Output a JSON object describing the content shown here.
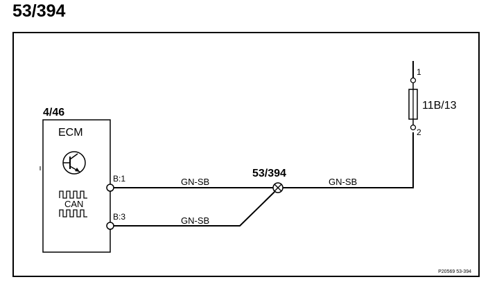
{
  "page_title": "53/394",
  "ecm": {
    "id": "4/46",
    "name": "ECM",
    "can_label": "CAN",
    "icon": "transistor-icon",
    "waveform_icon": "square-wave-icon"
  },
  "pins": {
    "b1": "B:1",
    "b3": "B:3"
  },
  "wires": {
    "upper_left": "GN-SB",
    "upper_right": "GN-SB",
    "lower": "GN-SB"
  },
  "splice": {
    "id": "53/394",
    "icon": "splice-connector-icon"
  },
  "fuse": {
    "id": "11B/13",
    "pin_top": "1",
    "pin_bottom": "2",
    "icon": "fuse-icon"
  },
  "footer_ref": "P20569  53-394"
}
